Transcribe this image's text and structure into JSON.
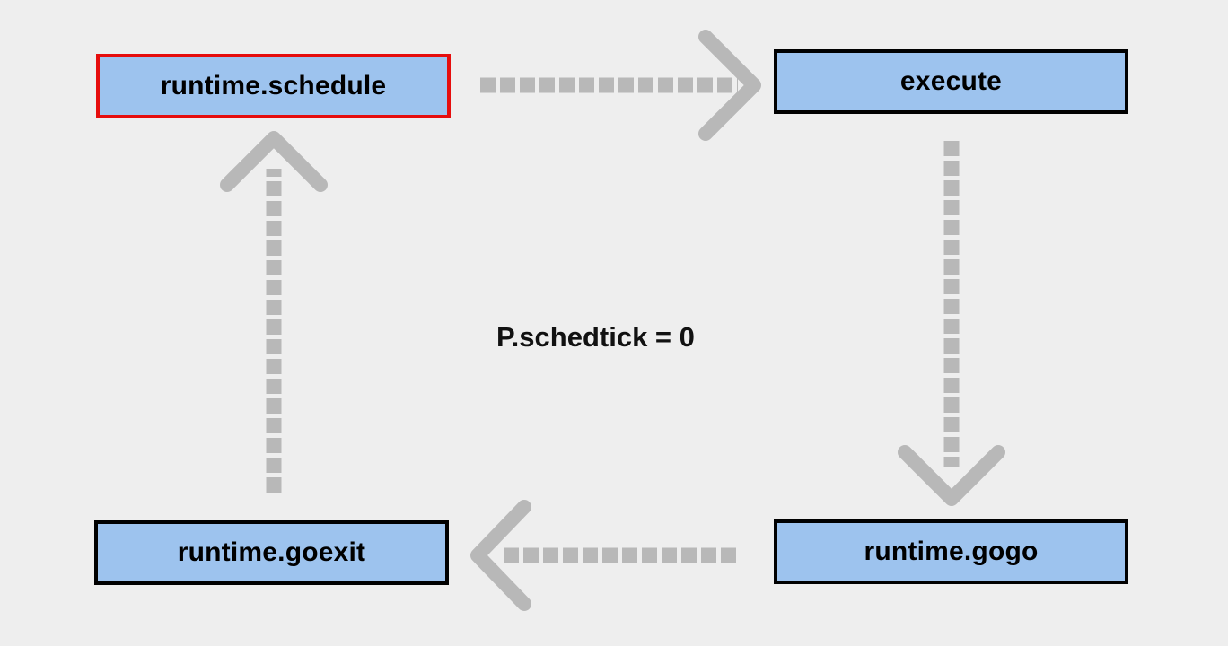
{
  "diagram": {
    "description": "Go scheduler goroutine lifecycle cycle diagram",
    "center_label": "P.schedtick = 0",
    "nodes": [
      {
        "id": "runtime-schedule",
        "label": "runtime.schedule",
        "highlighted": true,
        "border_color": "#e60d0d",
        "fill": "#9dc3ee"
      },
      {
        "id": "execute",
        "label": "execute",
        "highlighted": false,
        "border_color": "#000000",
        "fill": "#9dc3ee"
      },
      {
        "id": "runtime-gogo",
        "label": "runtime.gogo",
        "highlighted": false,
        "border_color": "#000000",
        "fill": "#9dc3ee"
      },
      {
        "id": "runtime-goexit",
        "label": "runtime.goexit",
        "highlighted": false,
        "border_color": "#000000",
        "fill": "#9dc3ee"
      }
    ],
    "edges": [
      {
        "from": "runtime-schedule",
        "to": "execute",
        "direction": "right",
        "style": "square-dashed"
      },
      {
        "from": "execute",
        "to": "runtime-gogo",
        "direction": "down",
        "style": "square-dashed"
      },
      {
        "from": "runtime-gogo",
        "to": "runtime-goexit",
        "direction": "left",
        "style": "square-dashed"
      },
      {
        "from": "runtime-goexit",
        "to": "runtime-schedule",
        "direction": "up",
        "style": "square-dashed"
      }
    ],
    "colors": {
      "background": "#eeeeee",
      "node_fill": "#9dc3ee",
      "node_border": "#000000",
      "highlight_border": "#e60d0d",
      "arrow": "#b8b8b8",
      "text": "#000000"
    }
  }
}
